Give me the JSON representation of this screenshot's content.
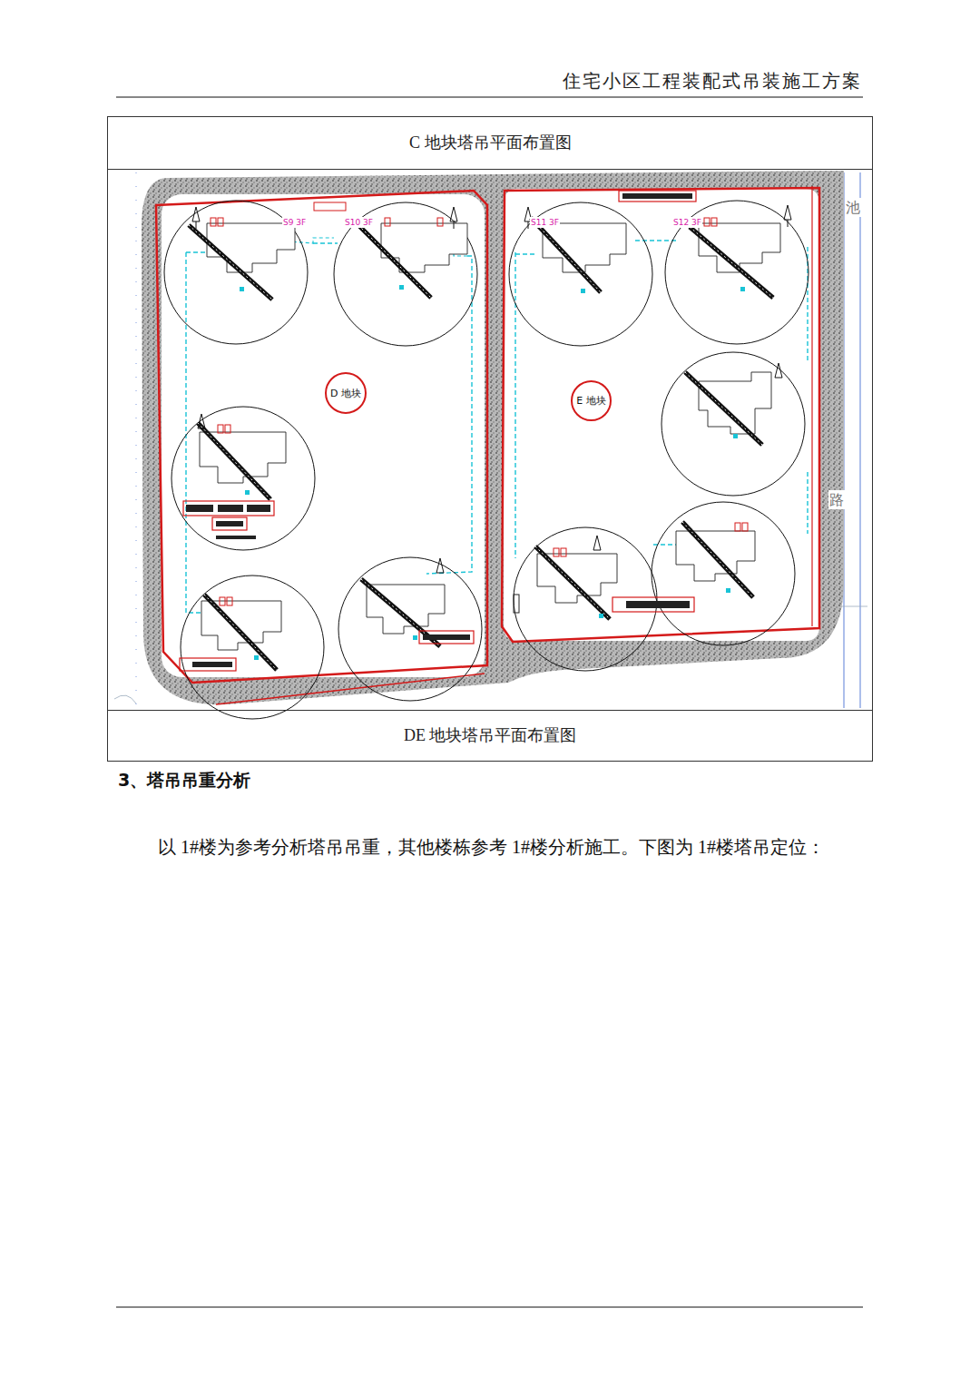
{
  "diagram": {
    "caption": "DE 地块塔吊平面布置图",
    "nodes": [
      {
        "text": [
          "D 地块"
        ]
      },
      {
        "text": [
          "E 地块"
        ]
      }
    ],
    "labels": [
      "住宅小区工程装配式吊装施工方案",
      "C 地块塔吊平面布置图",
      "S9 3F",
      "S10 3F",
      "S11 3F",
      "S12 3F",
      "池",
      "路",
      "3、塔吊吊重分析",
      "以 1#楼为参考分析塔吊吊重，其他楼栋参考 1#楼分析施工。下图为 1#楼塔吊定位："
    ]
  }
}
